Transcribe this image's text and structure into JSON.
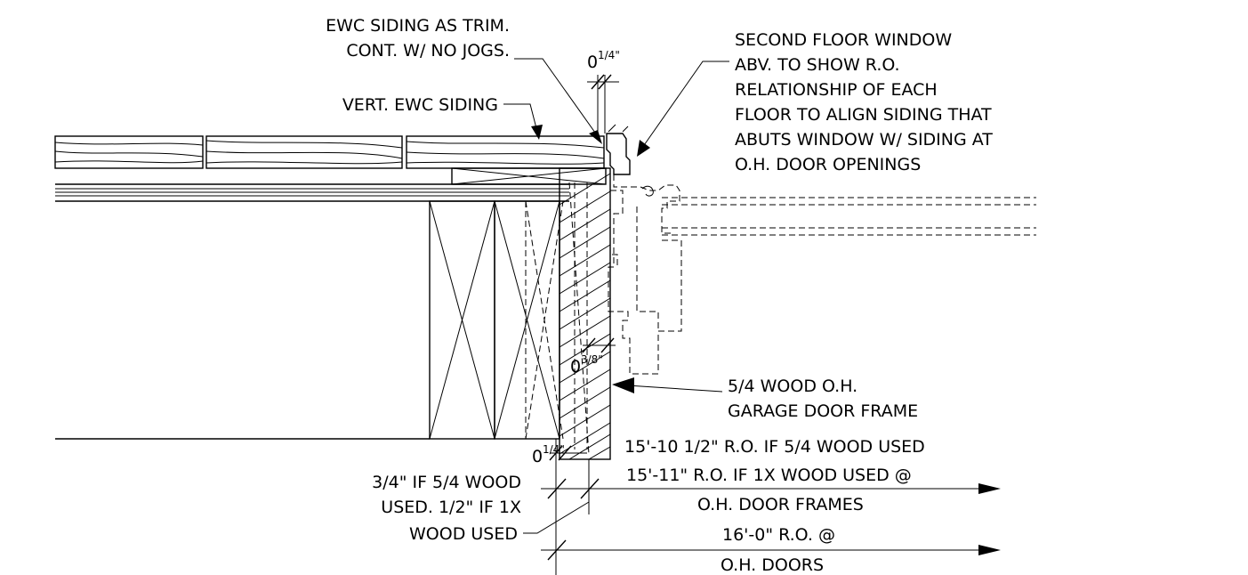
{
  "notes": {
    "siding_trim": [
      "EWC SIDING AS TRIM.",
      "CONT. W/ NO JOGS."
    ],
    "vert_siding": "VERT. EWC SIDING",
    "second_floor_window": [
      "SECOND FLOOR WINDOW",
      "ABV. TO SHOW R.O.",
      "RELATIONSHIP OF EACH",
      "FLOOR TO ALIGN SIDING THAT",
      "ABUTS WINDOW W/ SIDING AT",
      "O.H. DOOR OPENINGS"
    ],
    "door_frame": [
      "5/4 WOOD O.H.",
      "GARAGE DOOR FRAME"
    ],
    "trim_width": [
      "3/4\" IF 5/4 WOOD",
      "USED. 1/2\" IF 1X",
      "WOOD USED"
    ]
  },
  "dimensions": {
    "top_gap": {
      "whole": "0",
      "frac": "1/4\""
    },
    "mid_gap": {
      "whole": "0",
      "frac": "3/8\""
    },
    "low_gap": {
      "whole": "0",
      "frac": "1/4\""
    },
    "ro_frames": [
      "15'-10 1/2\" R.O. IF 5/4 WOOD USED",
      "15'-11\" R.O. IF 1X WOOD USED @",
      "O.H. DOOR FRAMES"
    ],
    "ro_doors": [
      "16'-0\" R.O. @",
      "O.H. DOORS"
    ]
  }
}
